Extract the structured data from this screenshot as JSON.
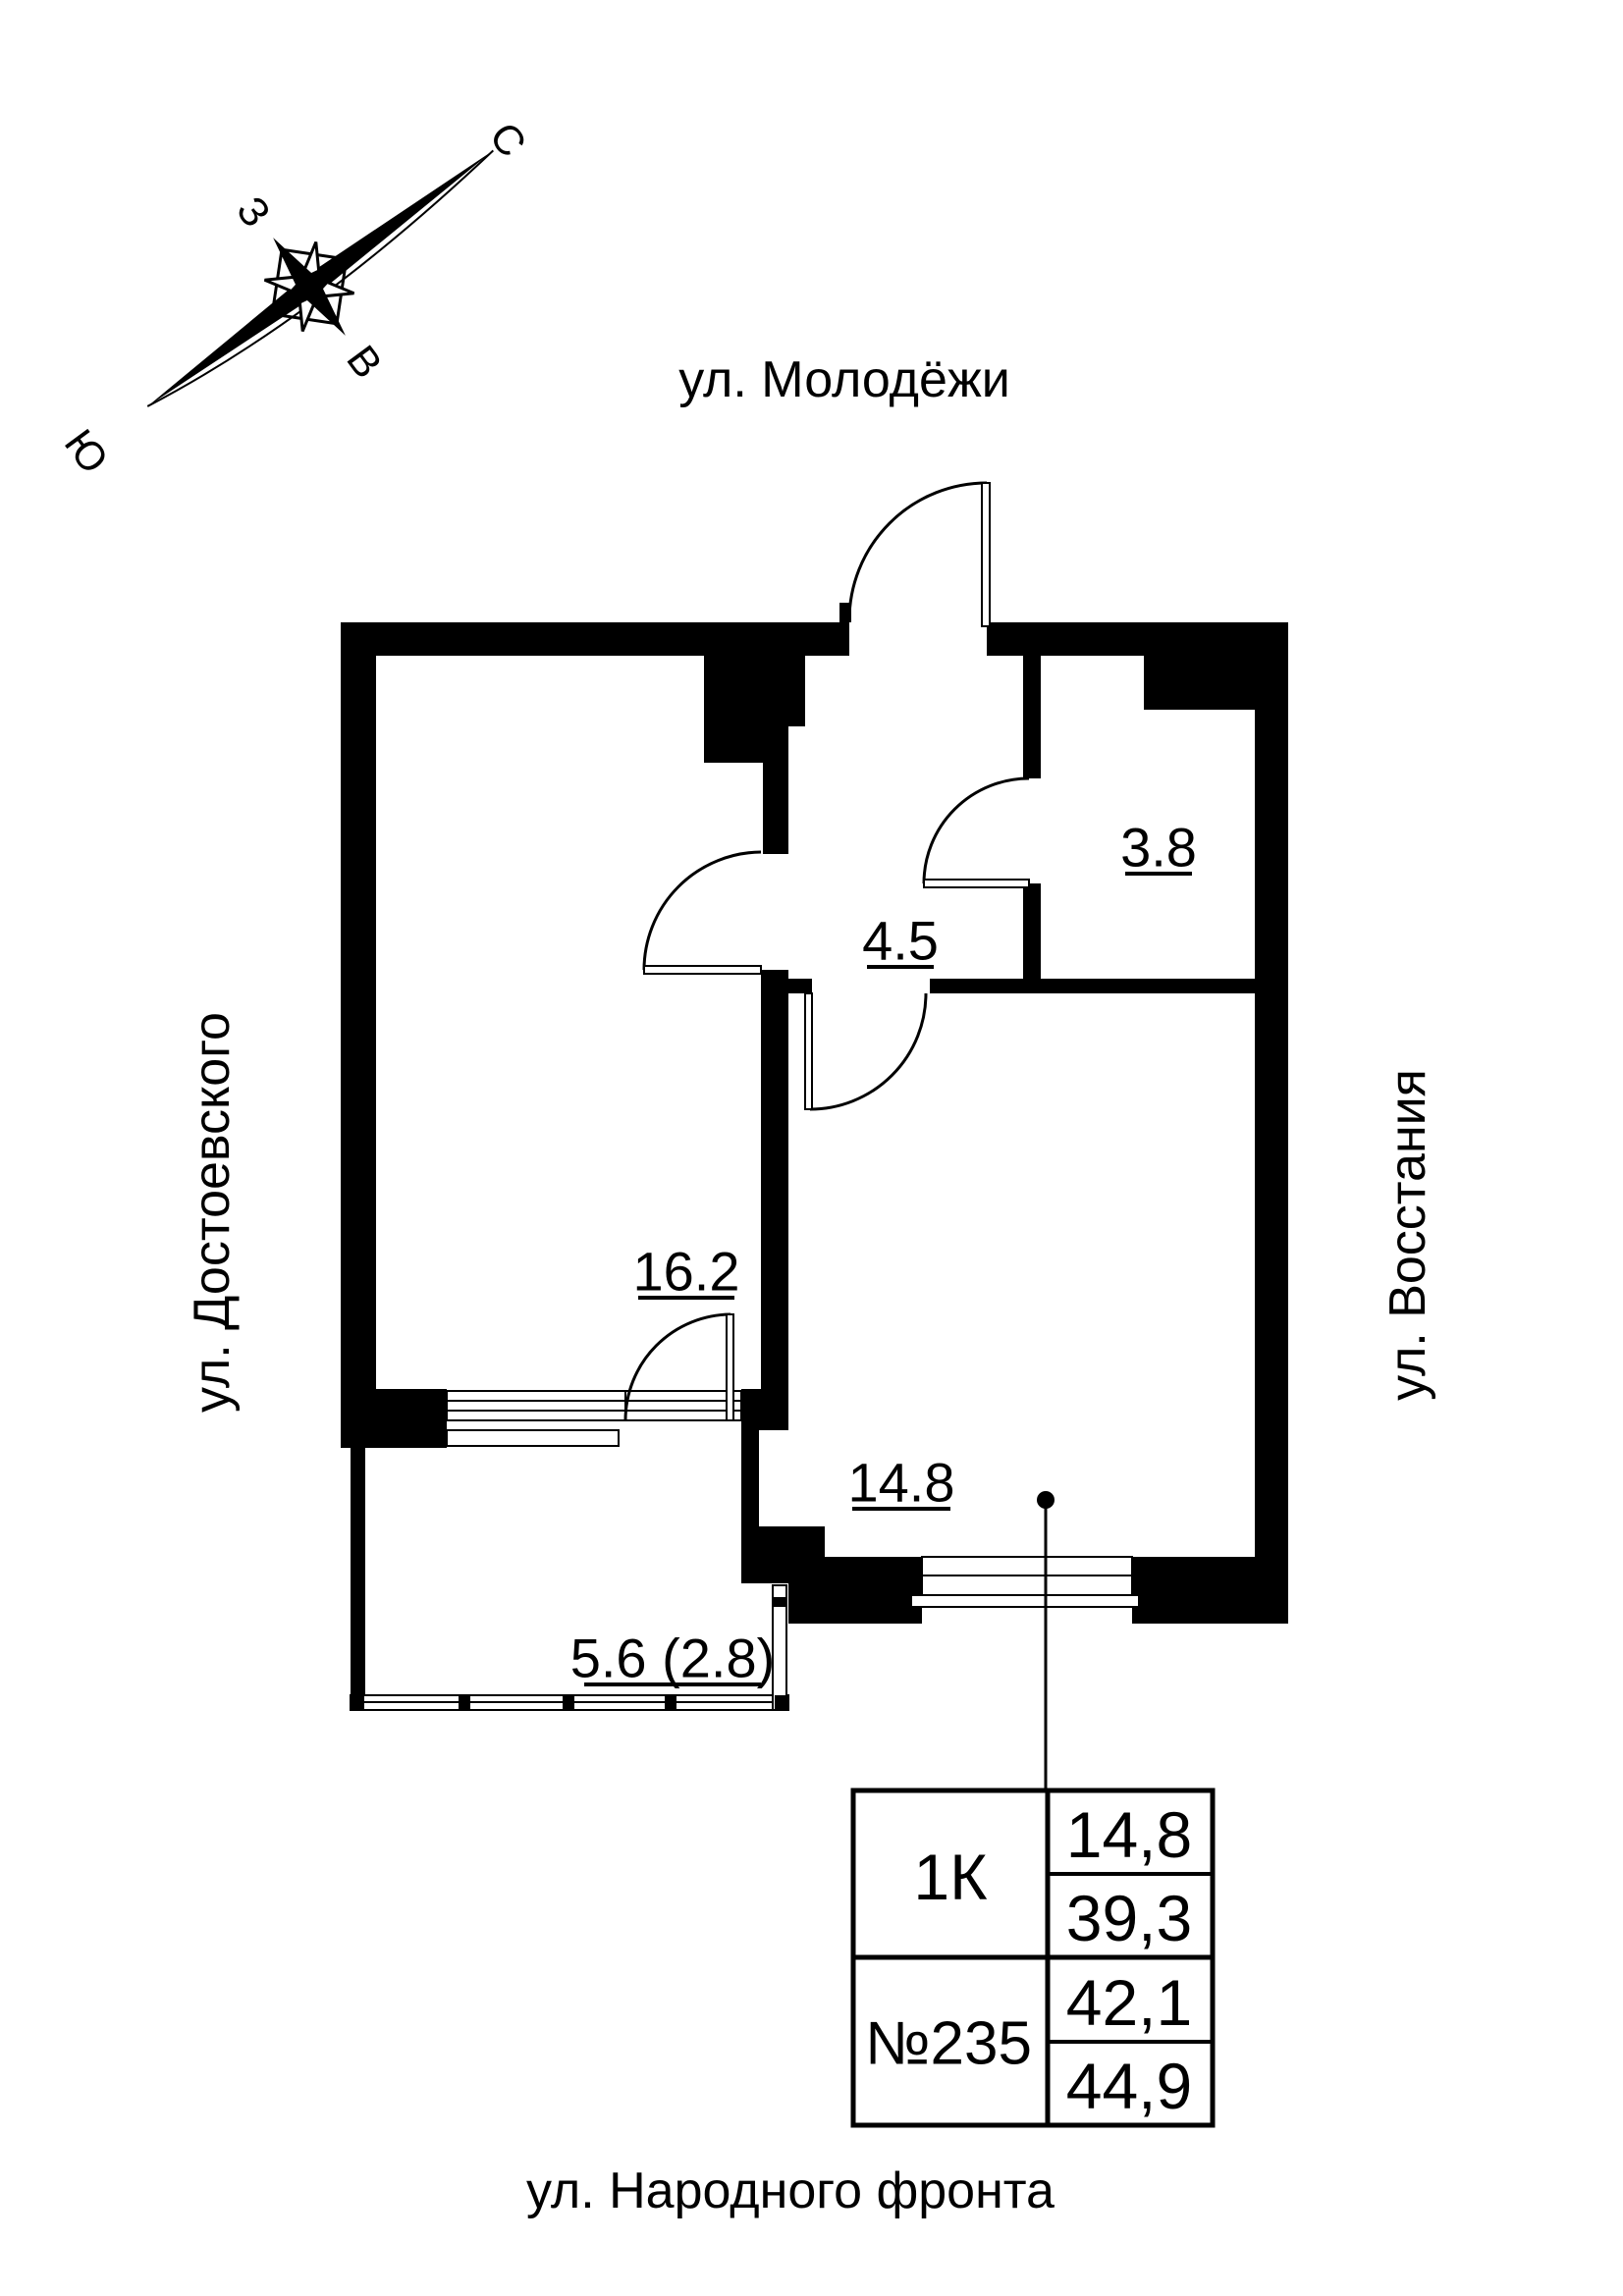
{
  "compass": {
    "north": "С",
    "south": "Ю",
    "west": "З",
    "east": "В"
  },
  "streets": {
    "top": "ул. Молодёжи",
    "left": "ул. Достоевского",
    "right": "ул. Восстания",
    "bottom": "ул. Народного фронта"
  },
  "rooms": [
    {
      "name": "hallway",
      "area": "4.5"
    },
    {
      "name": "bathroom",
      "area": "3.8"
    },
    {
      "name": "living-room",
      "area": "16.2"
    },
    {
      "name": "bedroom",
      "area": "14.8"
    },
    {
      "name": "balcony",
      "area": "5.6 (2.8)"
    }
  ],
  "info_table": {
    "type_label": "1К",
    "number_label": "№235",
    "living_area": "14,8",
    "area_first": "39,3",
    "area_second": "42,1",
    "total_area": "44,9"
  },
  "colors": {
    "ink": "#000000",
    "paper": "#ffffff"
  }
}
